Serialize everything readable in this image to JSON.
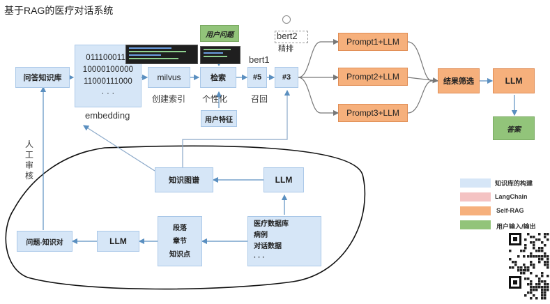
{
  "title": "基于RAG的医疗对话系统",
  "nodes": {
    "qa_kb": "问答知识库",
    "embedding_rows": [
      "0111000110",
      "10000100000",
      "11000111000",
      "·  ·  ·"
    ],
    "embedding_label": "embedding",
    "milvus": "milvus",
    "milvus_label": "创建索引",
    "user_query": "用户问题",
    "search": "检索",
    "search_label": "个性化",
    "user_feature": "用户特征",
    "bert1_label": "bert1",
    "top5": "#5",
    "recall_label": "召回",
    "bert2_label": "bert2",
    "precise_label": "精排",
    "top3": "#3",
    "prompts": [
      "Prompt1+LLM",
      "Prompt2+LLM",
      "Prompt3+LLM"
    ],
    "result_filter": "结果筛选",
    "llm_final": "LLM",
    "answer": "答案",
    "manual_review": "人工审核",
    "knowledge_graph": "知识图谱",
    "llm_graph": "LLM",
    "medical_db": [
      "医疗数据库",
      "病例",
      "对话数据",
      "·  ·  ·"
    ],
    "segments": [
      "段落",
      "章节",
      "知识点"
    ],
    "llm_qa": "LLM",
    "qa_pair": "问题-知识对"
  },
  "legend": [
    {
      "label": "知识库的构建",
      "color": "#d6e6f7"
    },
    {
      "label": "LangChain",
      "color": "#f4c3c3"
    },
    {
      "label": "Self-RAG",
      "color": "#f6b07c"
    },
    {
      "label": "用户输入/输出",
      "color": "#92c47a"
    }
  ],
  "colors": {
    "kb_blue": "#d6e6f7",
    "langchain_pink": "#f4c3c3",
    "selfrag_orange": "#f6b07c",
    "io_green": "#92c47a",
    "arrow": "#5a8fc0"
  }
}
